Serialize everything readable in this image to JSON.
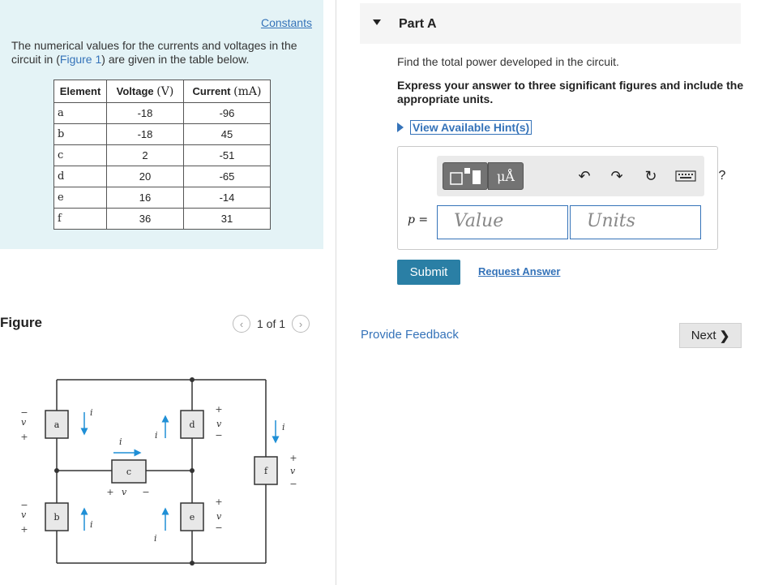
{
  "problem": {
    "constants_link": "Constants",
    "intro_before": "The numerical values for the currents and voltages in the circuit in (",
    "figure_link": "Figure 1",
    "intro_after": ") are given in the table below.",
    "table": {
      "headers": {
        "element": "Element",
        "voltage": "Voltage",
        "voltage_unit": "(V)",
        "current": "Current",
        "current_unit": "(mA)"
      },
      "rows": [
        {
          "element": "a",
          "voltage": "-18",
          "current": "-96"
        },
        {
          "element": "b",
          "voltage": "-18",
          "current": "45"
        },
        {
          "element": "c",
          "voltage": "2",
          "current": "-51"
        },
        {
          "element": "d",
          "voltage": "20",
          "current": "-65"
        },
        {
          "element": "e",
          "voltage": "16",
          "current": "-14"
        },
        {
          "element": "f",
          "voltage": "36",
          "current": "31"
        }
      ]
    }
  },
  "figure": {
    "label": "Figure",
    "pager": "1 of 1",
    "prev_icon": "chevron-left-icon",
    "next_icon": "chevron-right-icon",
    "elements": {
      "a": "a",
      "b": "b",
      "c": "c",
      "d": "d",
      "e": "e",
      "f": "f"
    }
  },
  "part": {
    "title": "Part A",
    "question": "Find the total power developed in the circuit.",
    "instruction": "Express your answer to three significant figures and include the appropriate units.",
    "hint": "View Available Hint(s)",
    "toolbar": {
      "template_icon": "template-icon",
      "mu_label": "μÅ",
      "undo_icon": "undo-icon",
      "redo_icon": "redo-icon",
      "reset_icon": "reset-icon",
      "keyboard_icon": "keyboard-icon",
      "help_label": "?"
    },
    "answer_label": "p =",
    "value_placeholder": "Value",
    "units_placeholder": "Units",
    "submit": "Submit",
    "request": "Request Answer"
  },
  "footer": {
    "feedback": "Provide Feedback",
    "next": "Next"
  }
}
